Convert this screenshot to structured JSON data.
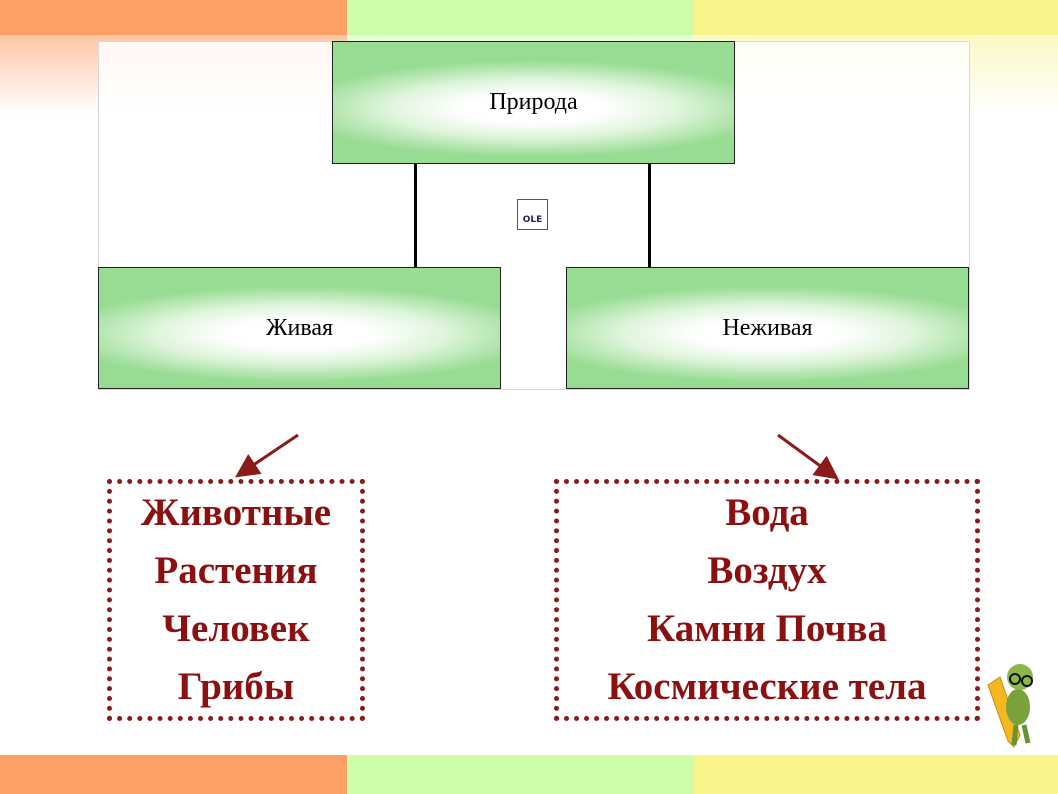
{
  "diagram": {
    "root": "Природа",
    "left": "Живая",
    "right": "Неживая",
    "ole_icon_label": "OLE"
  },
  "living_list": [
    "Животные",
    "Растения",
    "Человек",
    "Грибы"
  ],
  "nonliving_list": [
    "Вода",
    "Воздух",
    "Камни Почва",
    "Космические тела"
  ],
  "colors": {
    "orange": "#fe9f65",
    "green": "#ccfeaa",
    "yellow": "#f8f48a",
    "accent": "#8b1a1a"
  }
}
